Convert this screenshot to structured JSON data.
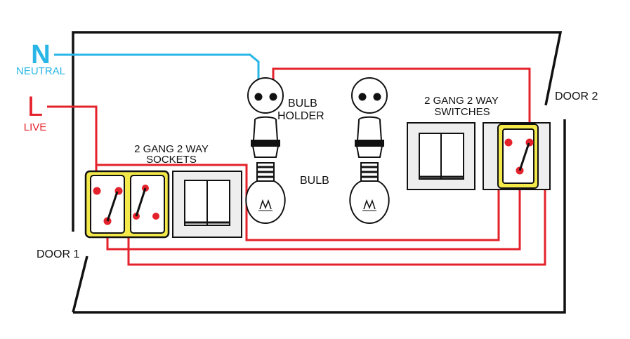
{
  "labels": {
    "neutral_letter": "N",
    "neutral_word": "NEUTRAL",
    "live_letter": "L",
    "live_word": "LIVE",
    "door1": "DOOR 1",
    "door2": "DOOR 2",
    "bulb_holder_line1": "BULB",
    "bulb_holder_line2": "HOLDER",
    "bulb": "BULB",
    "switches_line1": "2 GANG 2 WAY",
    "switches_line2": "SWITCHES",
    "sockets_line1": "2 GANG 2 WAY",
    "sockets_line2": "SOCKETS"
  },
  "colors": {
    "neutral": "#29b6e6",
    "live": "#e4222b",
    "highlight": "#f4e94a",
    "outline": "#111111",
    "plate": "#eeeeee"
  },
  "icons": [
    "bulb-holder-icon",
    "bulb-icon",
    "switch-plate-icon",
    "two-way-switch-icon"
  ]
}
